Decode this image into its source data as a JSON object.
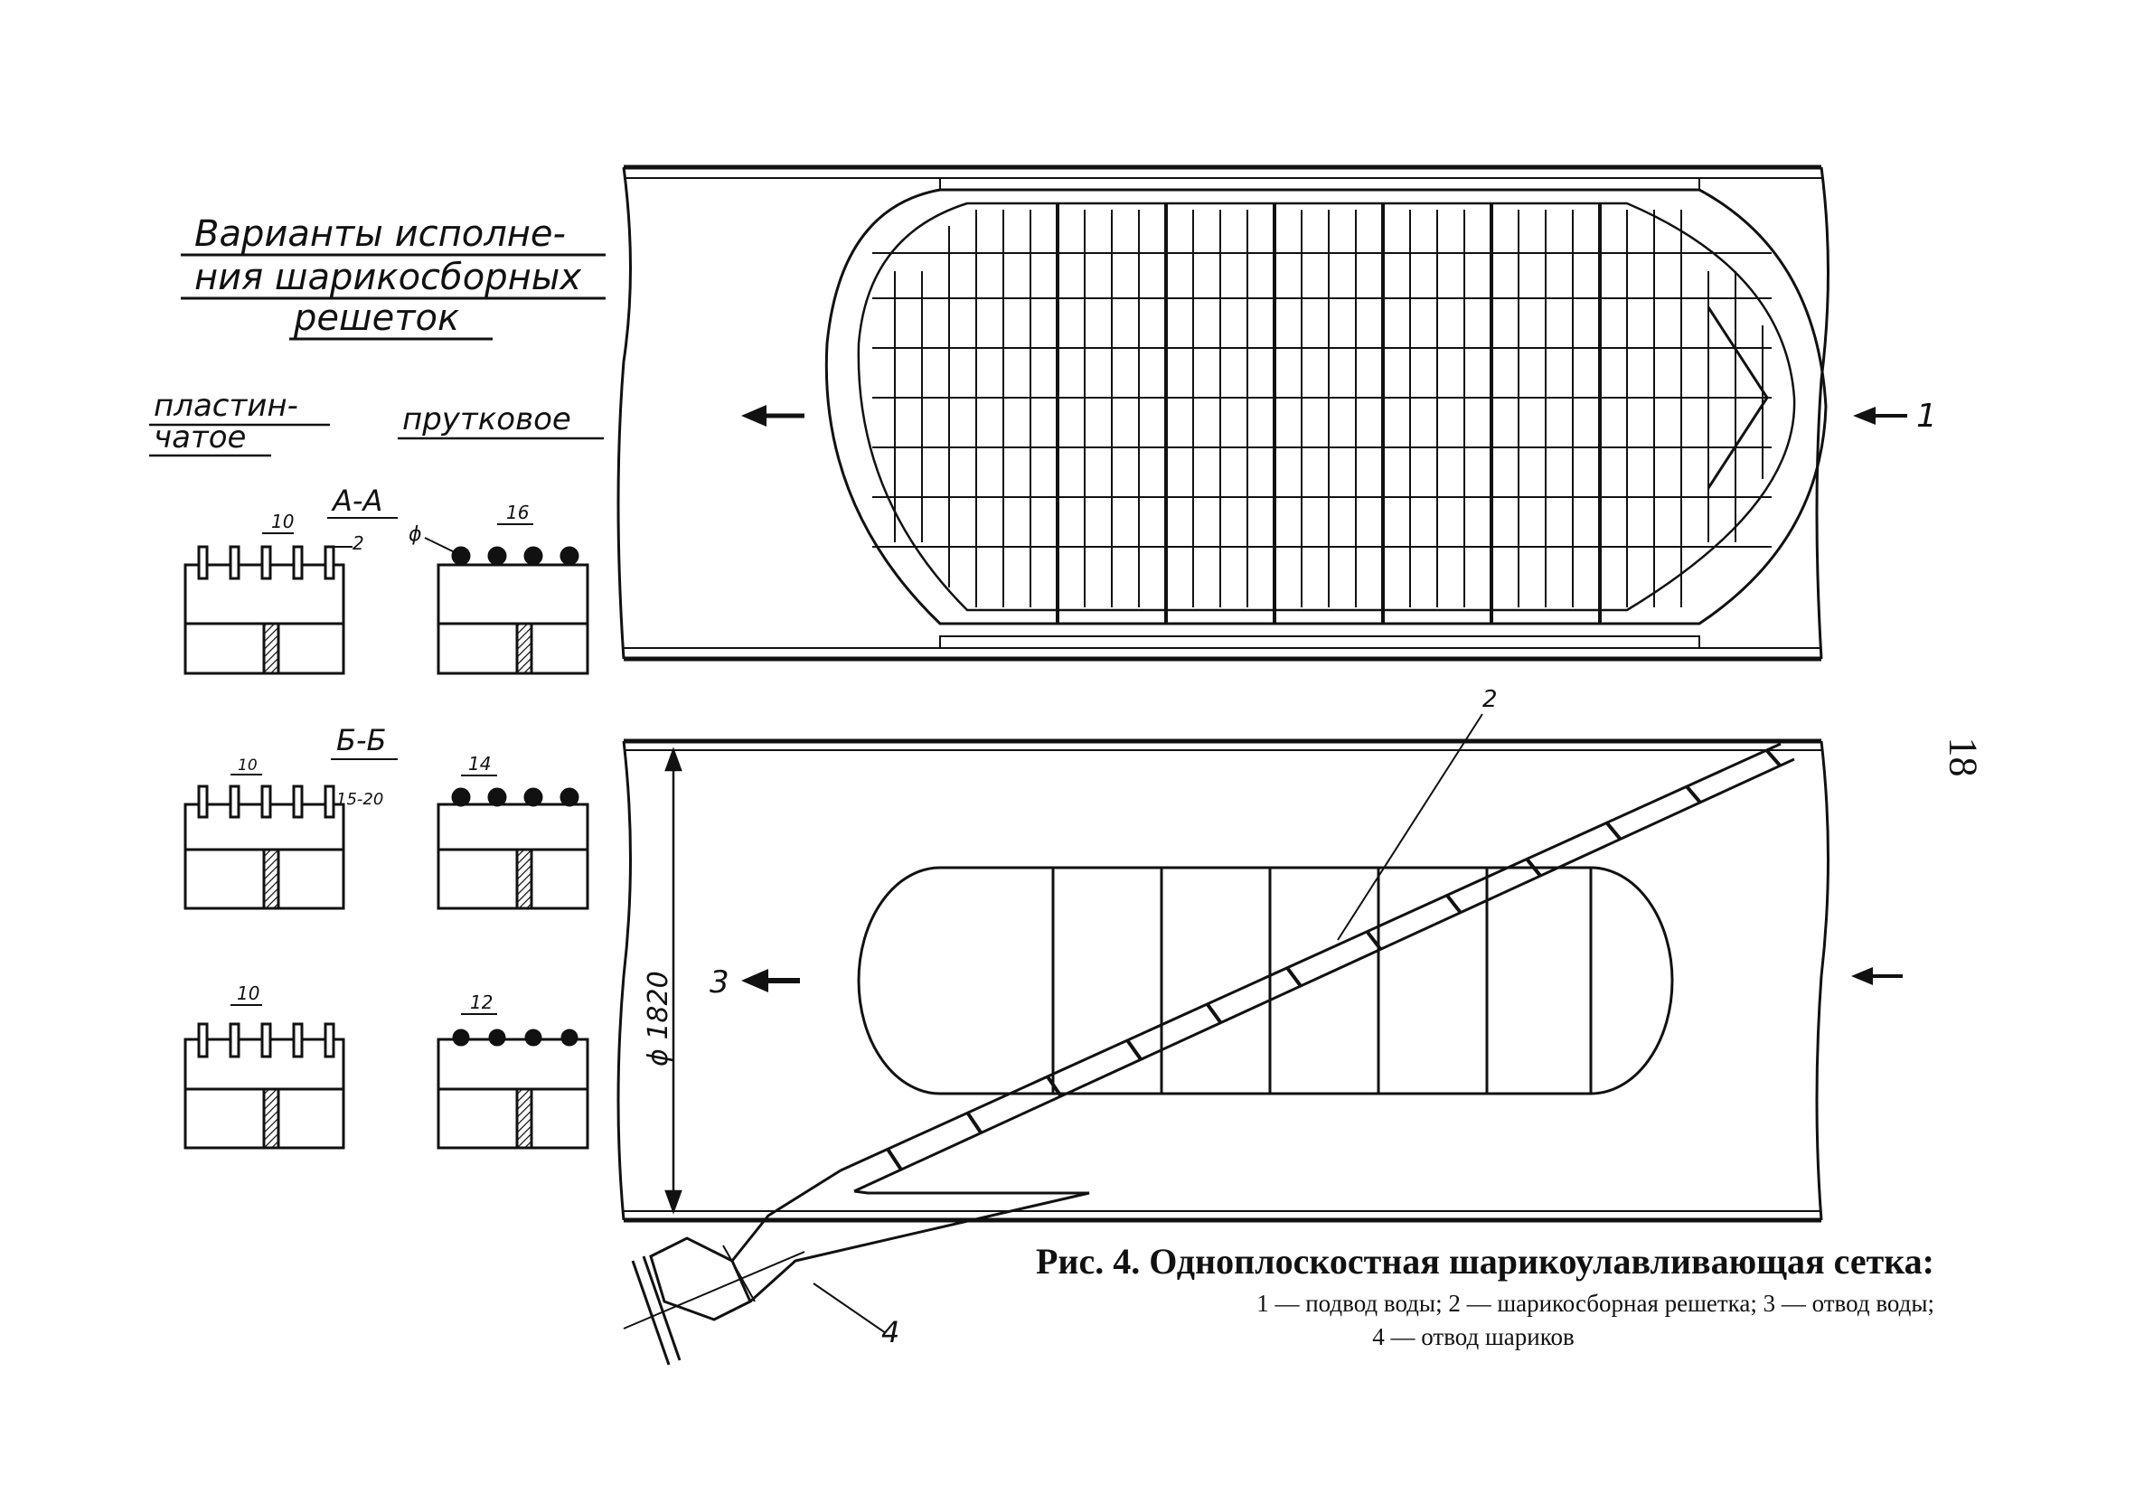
{
  "left_panel": {
    "heading_line1": "Варианты исполне-",
    "heading_line2": "ния шарикосборных",
    "heading_line3": "решеток",
    "col_plate_line1": "пластин-",
    "col_plate_line2": "чатое",
    "col_rod": "прутковое",
    "section_aa": "А-А",
    "section_bb": "Б-Б",
    "dims": {
      "plate_pitch_1": "10",
      "plate_thick_1": "2",
      "rod_pitch_1": "16",
      "rod_diam": "ϕ",
      "plate_pitch_2": "10",
      "plate_gap_2": "15-20",
      "rod_pitch_2": "14",
      "plate_pitch_3": "10",
      "rod_pitch_3": "12"
    }
  },
  "top_view": {
    "label_inlet": "1"
  },
  "bottom_view": {
    "label_grid": "2",
    "label_outlet": "3",
    "label_balls": "4",
    "diameter": "ϕ 1820"
  },
  "caption": {
    "title": "Рис. 4. Одноплоскостная шарикоулавливающая сетка:",
    "line1": "1 — подвод воды; 2 — шарикосборная решетка; 3 — отвод воды;",
    "line2": "4 — отвод шариков"
  },
  "page_number": "18"
}
